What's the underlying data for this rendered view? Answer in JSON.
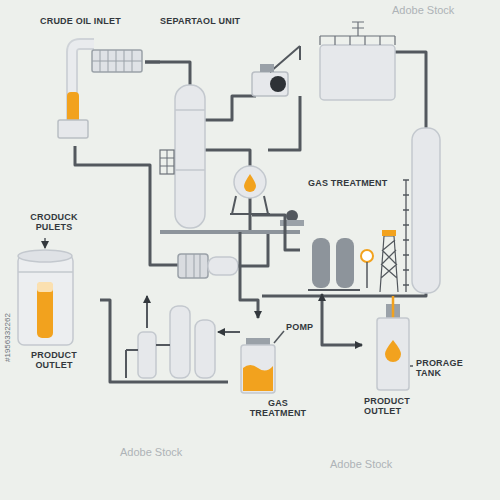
{
  "diagram": {
    "nodes": [
      {
        "text": [
          "CRUDE OIL INLET"
        ]
      },
      {
        "text": [
          "SEPARTAOL UNIT"
        ]
      },
      {
        "text": [
          "GAS TREATMENT"
        ]
      },
      {
        "text": [
          "CRODUCK PULETS",
          "PRODUCT OUTLET"
        ]
      },
      {
        "text": [
          "POMP",
          "GAS TREATMENT"
        ]
      },
      {
        "text": [
          "PRORAGE TANK",
          "PRODUCT OUTLET"
        ]
      }
    ],
    "edges": [
      {
        "from": 0,
        "to": 1,
        "arrow": "none"
      },
      {
        "from": 1,
        "to": 4,
        "arrow": "to"
      },
      {
        "from": 1,
        "to": 2,
        "arrow": "none"
      },
      {
        "from": 2,
        "to": 5,
        "arrow": "both"
      },
      {
        "from": 3,
        "to": 4,
        "arrow": "none"
      }
    ],
    "labels": [
      "#1956332262",
      "Adobe Stock",
      "Adobe Stock",
      "Adobe Stock"
    ]
  }
}
